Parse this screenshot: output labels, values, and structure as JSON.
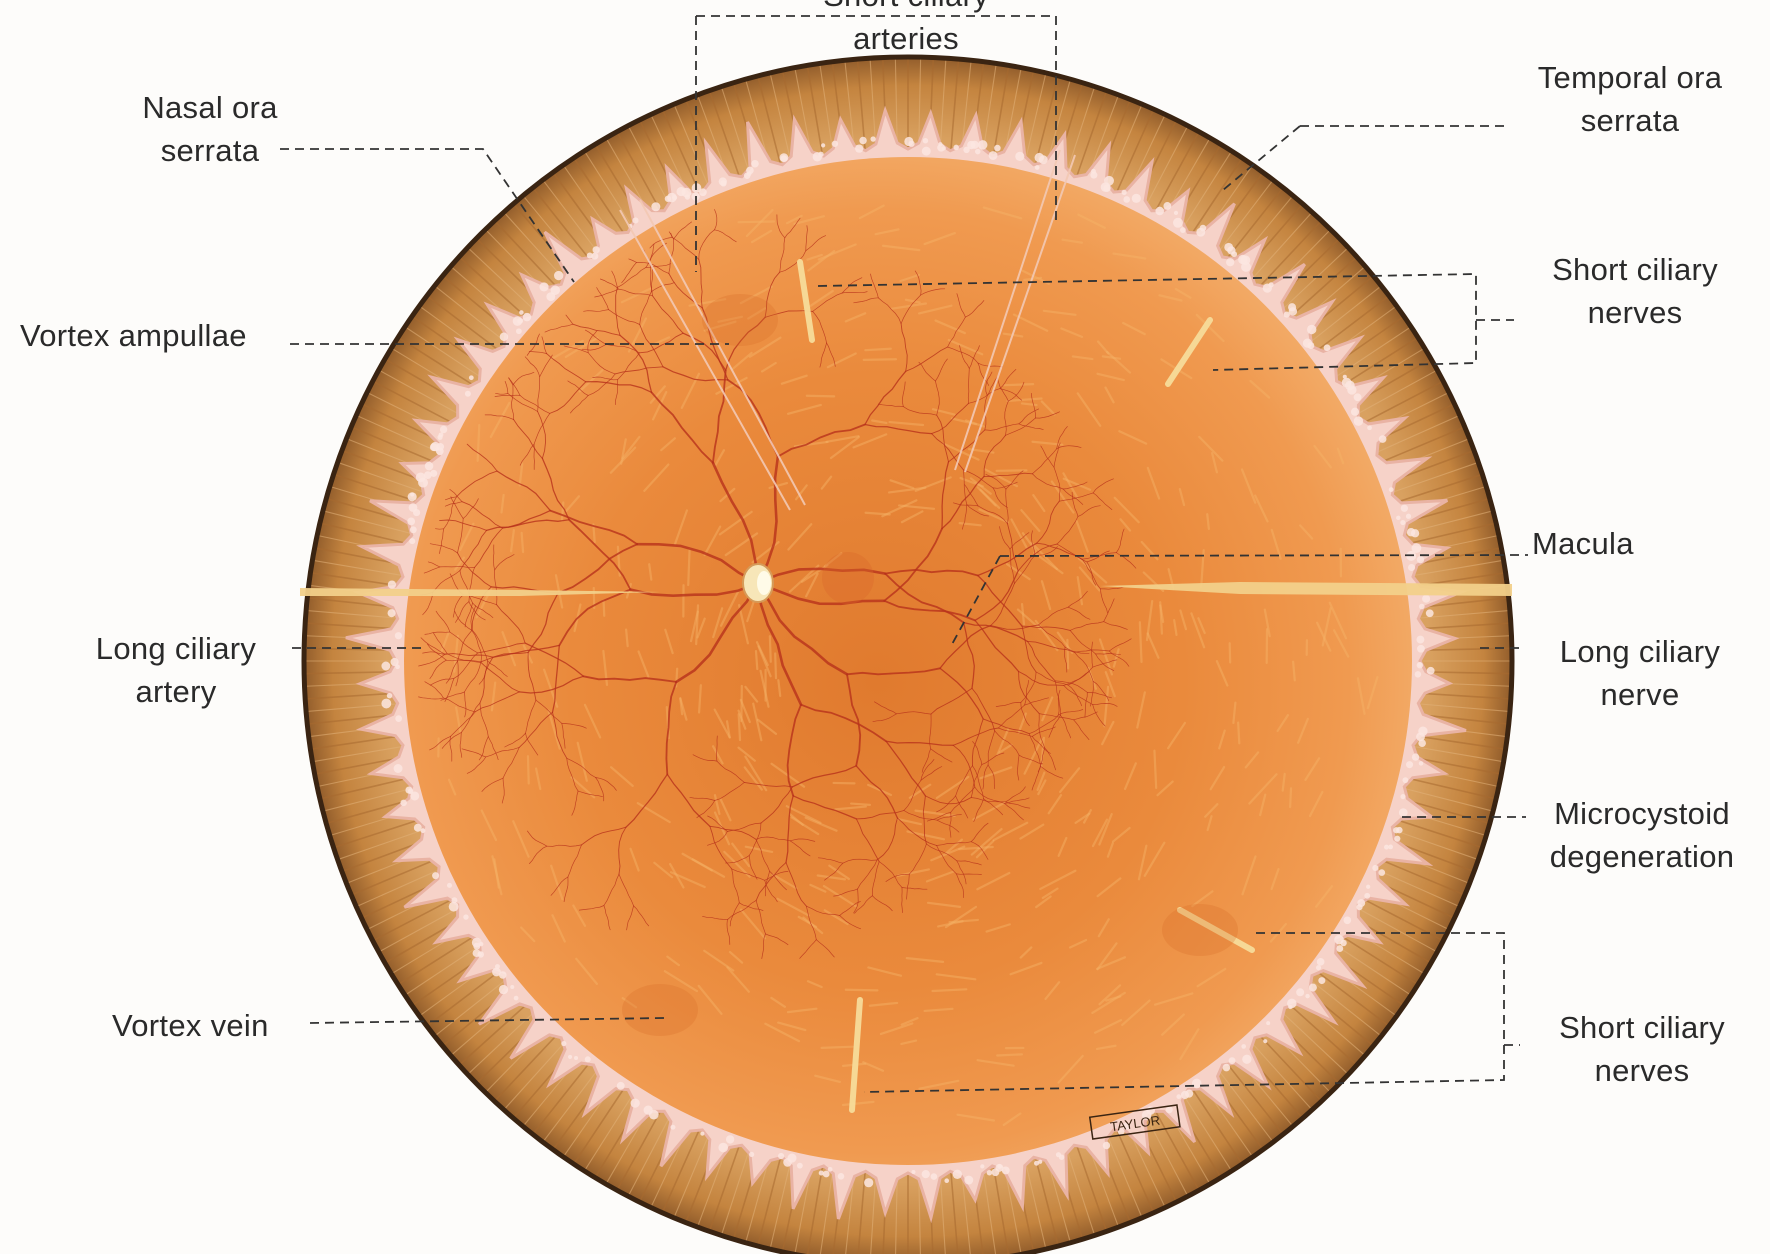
{
  "labels": {
    "short_ciliary_arteries": [
      "Short ciliary",
      "arteries"
    ],
    "nasal_ora_serrata": [
      "Nasal ora",
      "serrata"
    ],
    "temporal_ora_serrata": [
      "Temporal ora",
      "serrata"
    ],
    "vortex_ampullae": [
      "Vortex ampullae"
    ],
    "short_ciliary_nerves_top": [
      "Short ciliary",
      "nerves"
    ],
    "macula": [
      "Macula"
    ],
    "long_ciliary_artery": [
      "Long ciliary",
      "artery"
    ],
    "long_ciliary_nerve": [
      "Long ciliary",
      "nerve"
    ],
    "microcystoid_degeneration": [
      "Microcystoid",
      "degeneration"
    ],
    "vortex_vein": [
      "Vortex vein"
    ],
    "short_ciliary_nerves_bottom": [
      "Short ciliary",
      "nerves"
    ]
  },
  "signature": "TAYLOR",
  "colors": {
    "fundus": "#e8863a",
    "ora_band": "#c98b4a",
    "rim": "#3a2412",
    "vessel": "#b8321c",
    "leader": "#333333"
  }
}
